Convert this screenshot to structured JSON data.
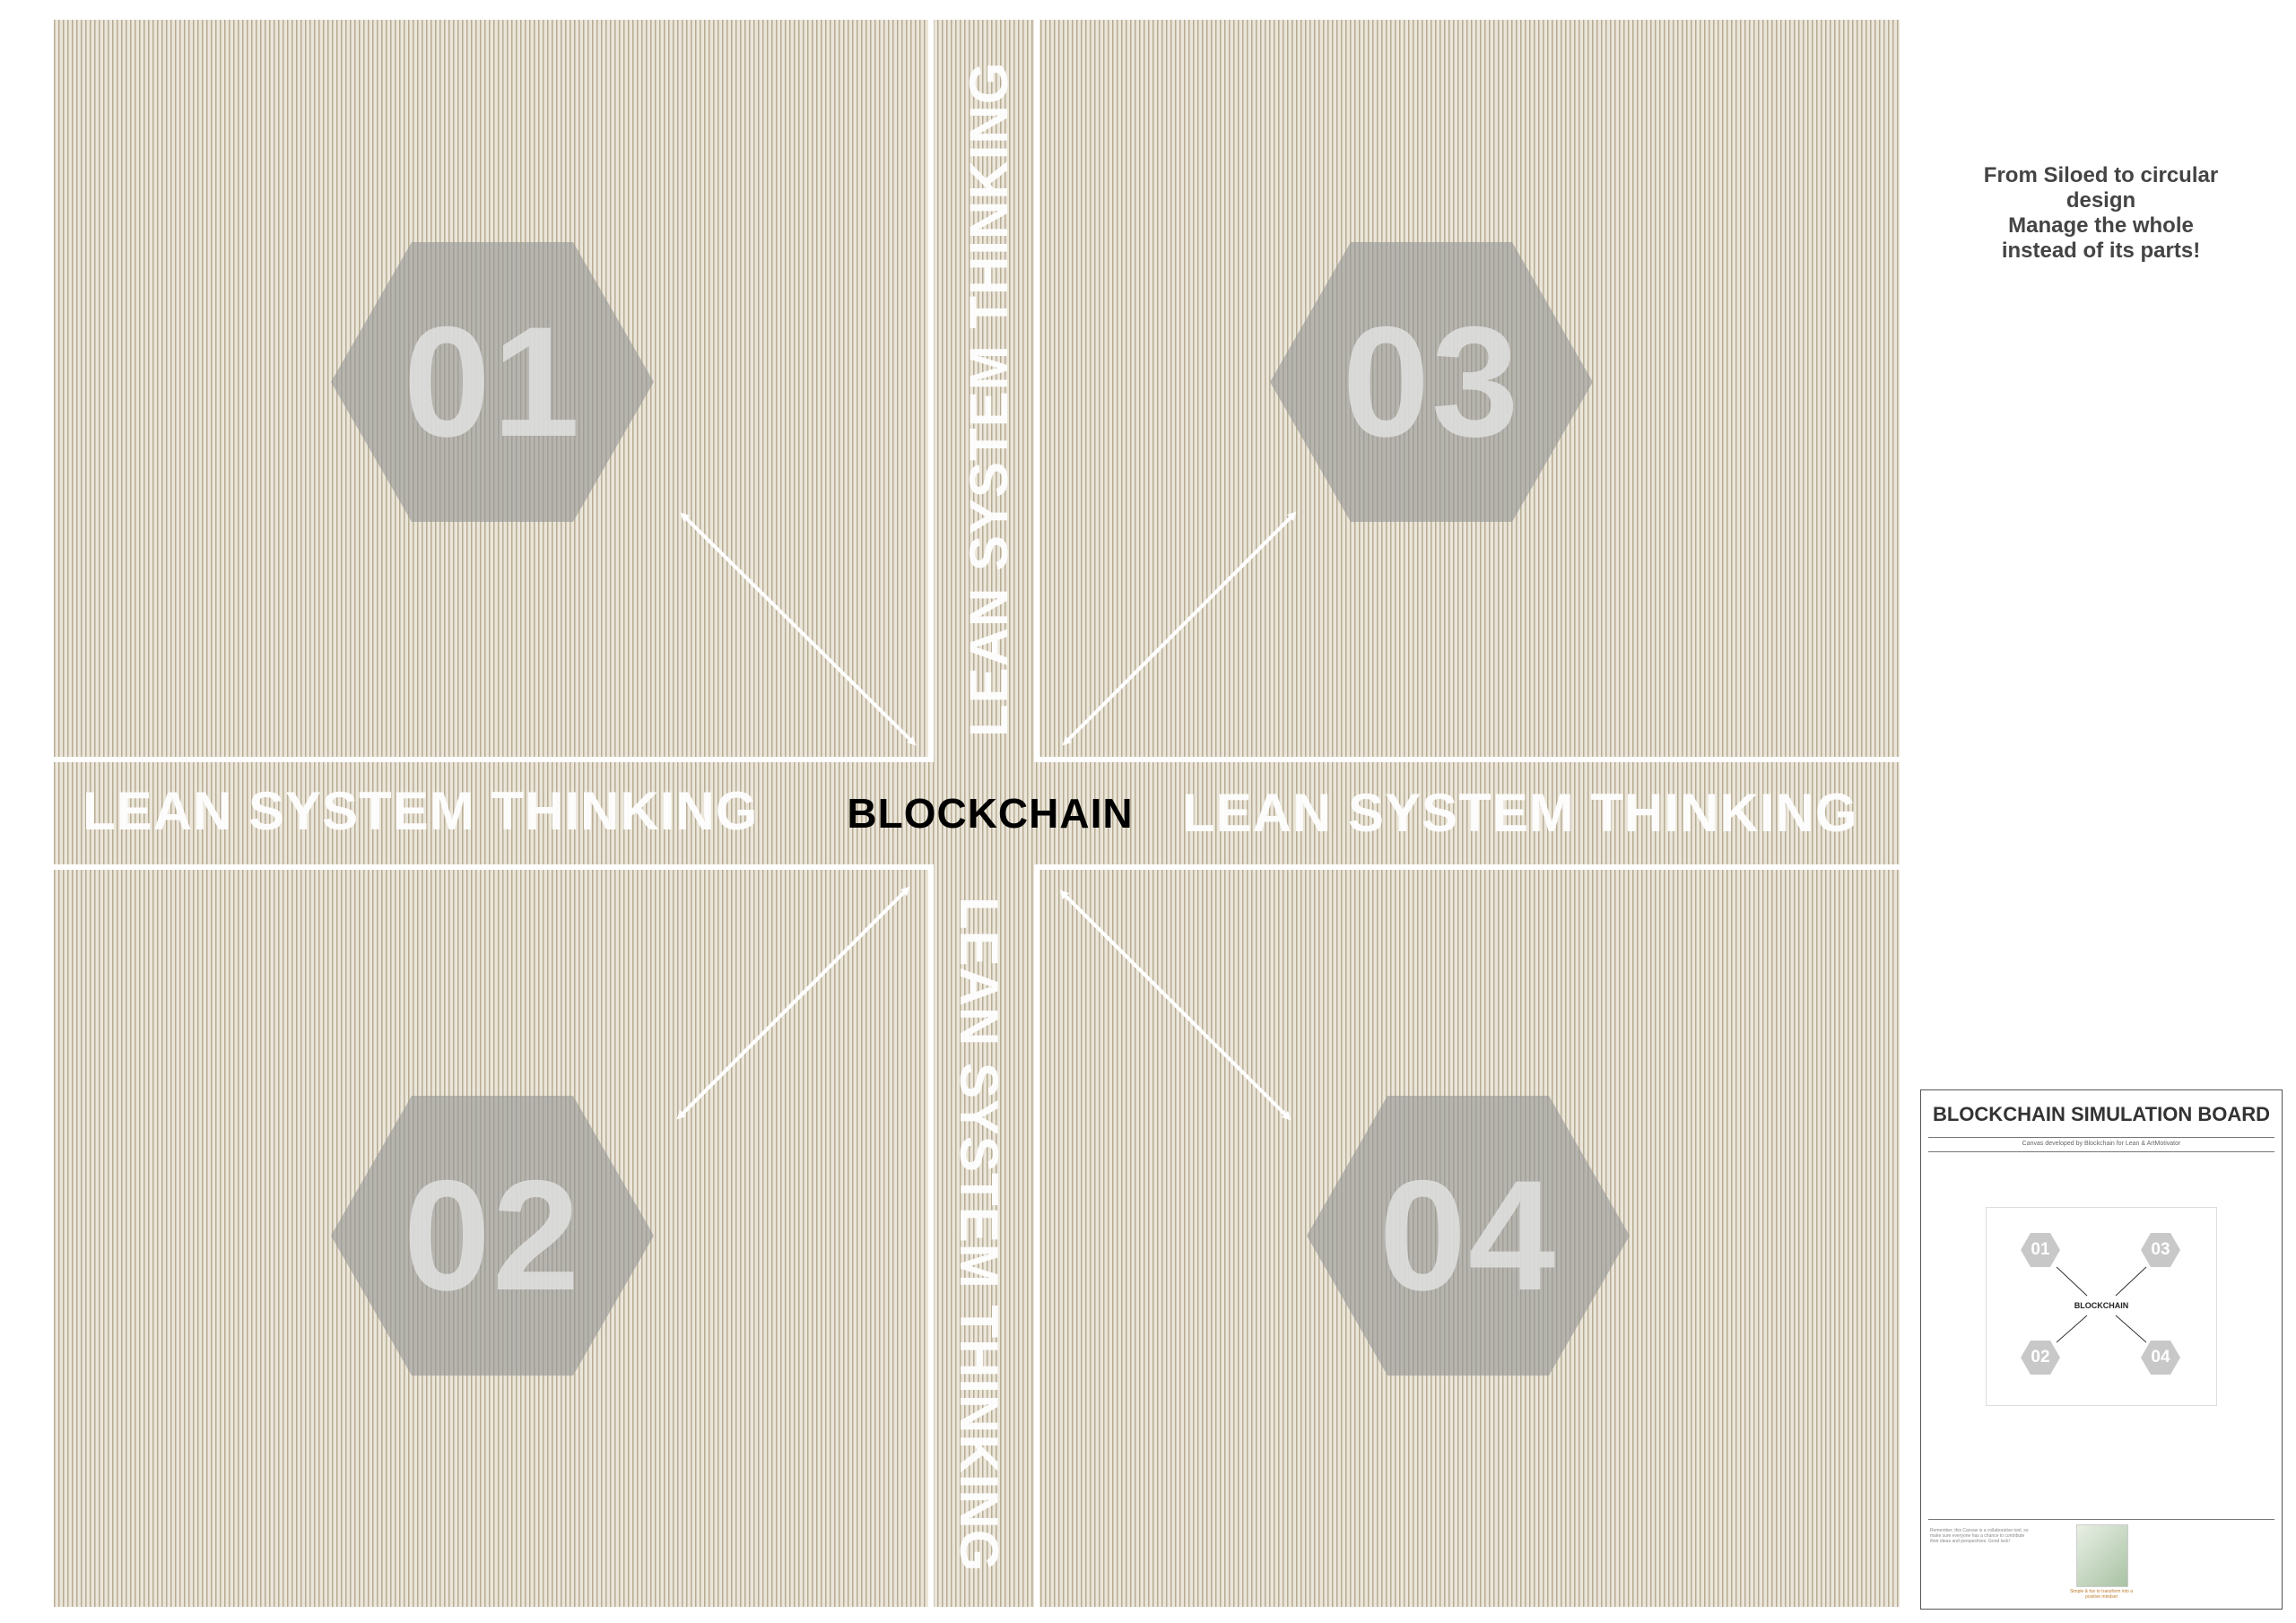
{
  "board": {
    "center_label": "BLOCKCHAIN",
    "band_text": "LEAN  SYSTEM THINKING",
    "quadrants": [
      {
        "id": "q1",
        "number": "01"
      },
      {
        "id": "q2",
        "number": "02"
      },
      {
        "id": "q3",
        "number": "03"
      },
      {
        "id": "q4",
        "number": "04"
      }
    ],
    "colors": {
      "stripe_dark": "#b7ab92",
      "stripe_light": "#ebe6da",
      "hexagon": "#969696",
      "divider": "#ffffff"
    }
  },
  "slogan": {
    "line1": "From Siloed to circular\ndesign",
    "line2": "Manage the whole\ninstead of its parts!"
  },
  "thumbnail": {
    "title": "BLOCKCHAIN SIMULATION BOARD",
    "subtitle": "Canvas developed by Blockchain for Lean & ArtMotivator",
    "center_label": "BLOCKCHAIN",
    "numbers": [
      "01",
      "03",
      "02",
      "04"
    ],
    "note": "Remember, this Canvas is a collaborative tool, so make sure everyone has a chance to contribute their ideas and perspectives. Good luck!",
    "logo_caption": "Simple & fun to transform into a positive mindset"
  }
}
